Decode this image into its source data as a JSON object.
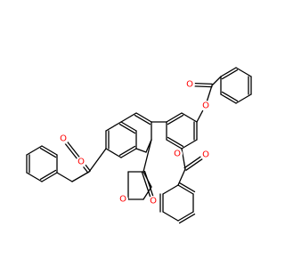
{
  "molecule": {
    "colors": {
      "bond": "#000000",
      "oxygen": "#ff0000",
      "background": "#ffffff"
    },
    "atoms": {
      "o_ring": "O",
      "o_lactone_carbonyl": "O",
      "o_ester_left": "O",
      "o_carbonyl_left": "O",
      "o_ester_top": "O",
      "o_carbonyl_top": "O",
      "o_ester_bottom": "O",
      "o_carbonyl_bottom": "O"
    }
  }
}
